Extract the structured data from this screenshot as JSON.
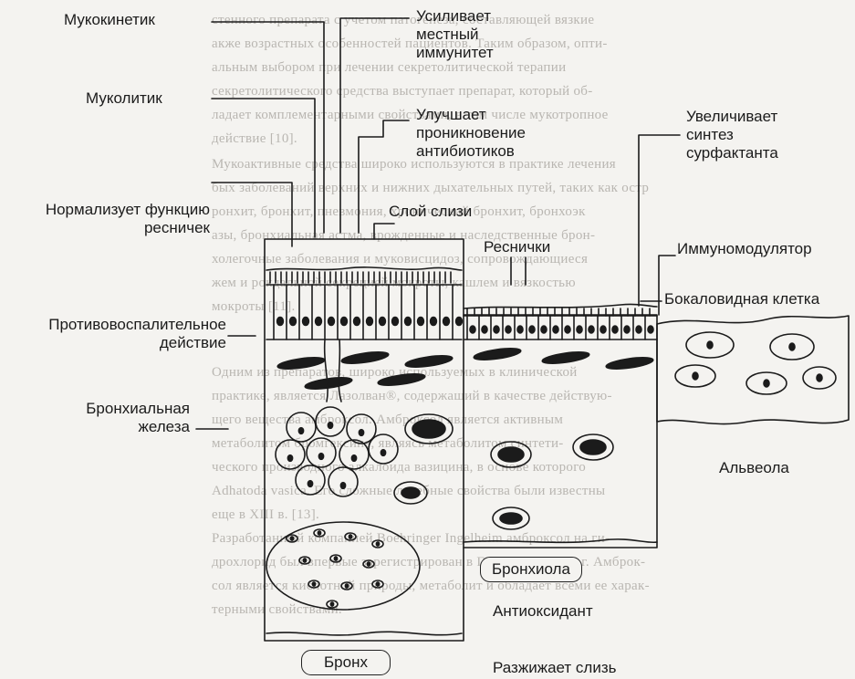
{
  "background_text": [
    "стенного препарата с учетом патогенеза, составляющей вязкие",
    "акже возрастных особенностей пациентов. Таким образом, опти-",
    "альным выбором при лечении секретолитической терапии",
    "секретолитического средства выступает препарат, который об-",
    "ладает комплементарными свойствами, в том числе мукотропное",
    "действие [10].",
    "Мукоактивные средства широко используются в практике лечения",
    "бых заболеваний верхних и нижних дыхательных путей, таких как остр",
    "ронхит, бронхит, пневмония, хронический бронхит, бронхоэк",
    "азы, бронхиальная астма, врожденные и наследственные брон-",
    "холегочные заболевания и муковисцидоз, сопровождающиеся",
    "жем и рокдальной секрецией мокроты, кашлем и вязкостью",
    "мокроты [11].",
    "Одним из препаратов, широко используемых в клинической",
    "практике, является Лазолван®, содержащий в качестве действую-",
    "щего вещества амброксол. Амброксол является активным",
    "метаболитом бромгексина, являясь метаболитом синтети-",
    "ческого производного алкалоида вазицина, в основе которого",
    "Adhatoda vasica. Его сложные лечебные свойства были известны",
    "еще в XIII в. [13].",
    "Разработанный компанией Boehringer Ingelheim амброксол на ги-",
    "дрохлорид был впервые зарегистрирован в Германии в 1979 г. Амброк-",
    "сол является кислотной природы, метаболит и обладает всеми ее харак-",
    "терными свойствами."
  ],
  "labels": {
    "mucokinetic": "Мукокинетик",
    "mucolytic": "Муколитик",
    "cilia_normalize": [
      "Нормализует функцию",
      "ресничек"
    ],
    "anti_inflammatory": [
      "Противовоспалительное",
      "действие"
    ],
    "bronchial_gland": [
      "Бронхиальная",
      "железа"
    ],
    "local_immunity": [
      "Усиливает",
      "местный",
      "иммунитет"
    ],
    "antibiotics": [
      "Улучшает",
      "проникновение",
      "антибиотиков"
    ],
    "mucus_layer": "Слой слизи",
    "cilia": "Реснички",
    "surfactant": [
      "Увеличивает",
      "синтез",
      "сурфактанта"
    ],
    "immunomodulator": "Иммуномодулятор",
    "goblet_cell": "Бокаловидная клетка",
    "alveola": "Альвеола",
    "bronchiole": "Бронхиола",
    "antioxidant": "Антиоксидант",
    "bronchus": "Бронх",
    "thins_mucus": "Разжижает слизь"
  },
  "colors": {
    "ink": "#1b1b1b",
    "paper": "#f4f3f0",
    "faded_text": "#b9b6b1"
  }
}
